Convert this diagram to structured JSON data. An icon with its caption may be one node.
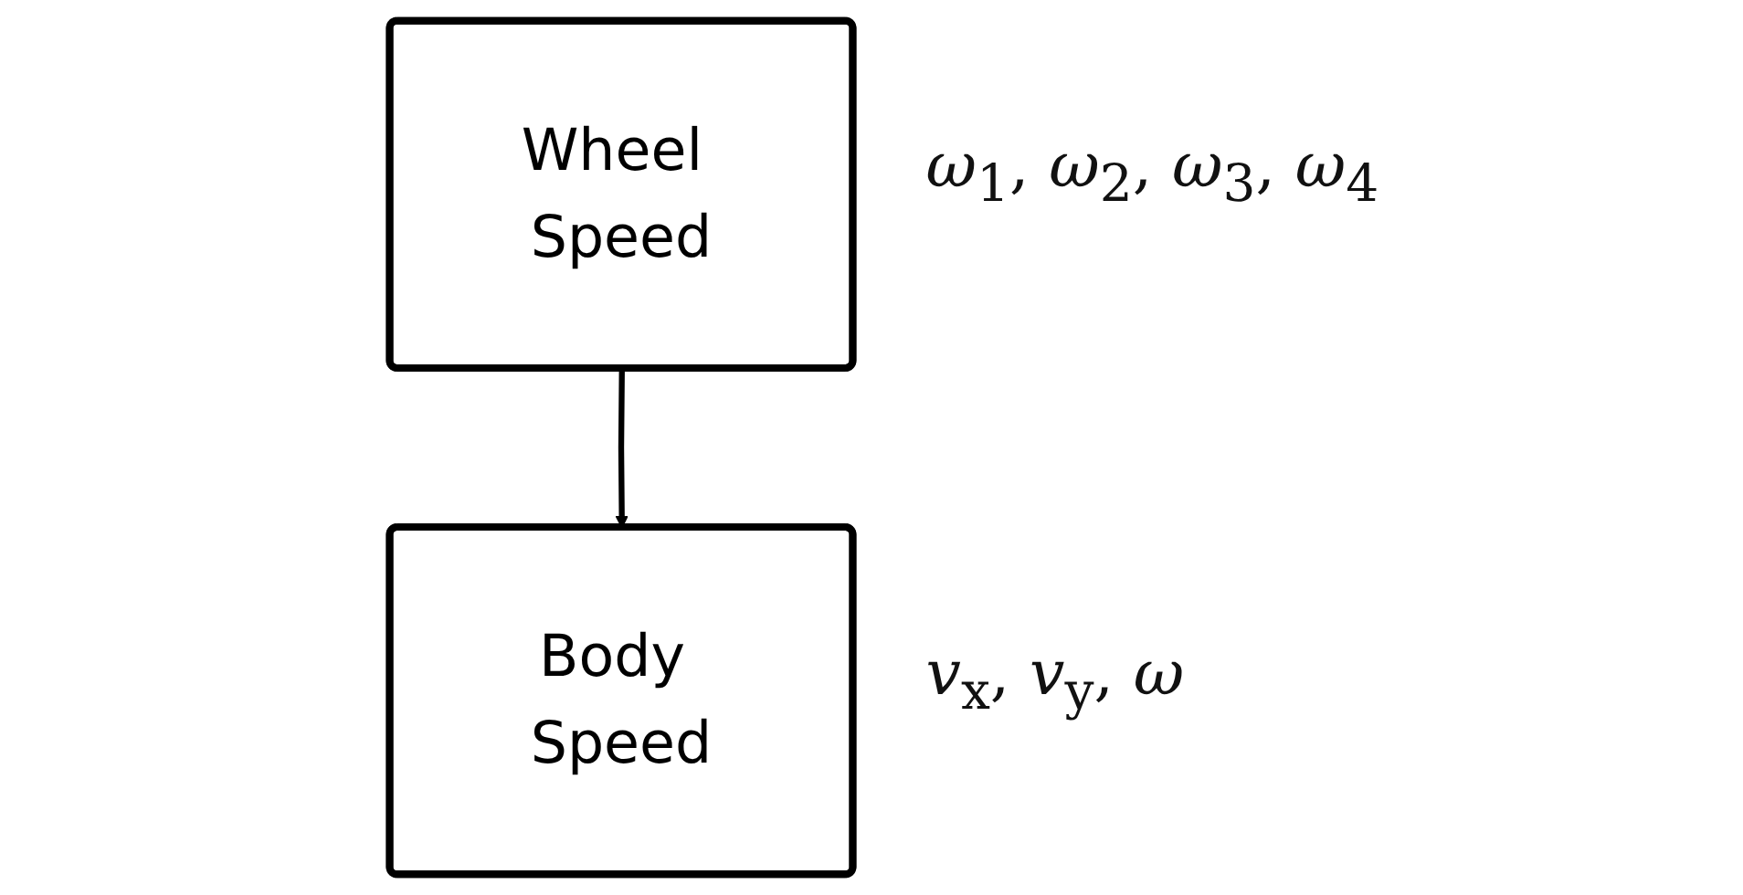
{
  "diagram": {
    "nodes": [
      {
        "text": [
          "Wheel Speed"
        ],
        "beside": [
          "*ω*$_{1}$, *ω*$_{2}$, *ω*$_{3}$, *ω*$_{4}$"
        ]
      },
      {
        "text": [
          "Body Speed"
        ],
        "beside": [
          "*v*$_{x}$, *v*$_{y}$, *ω*"
        ]
      }
    ],
    "edges": [
      {
        "from": 0,
        "to": 1,
        "arrow": "to"
      }
    ]
  }
}
